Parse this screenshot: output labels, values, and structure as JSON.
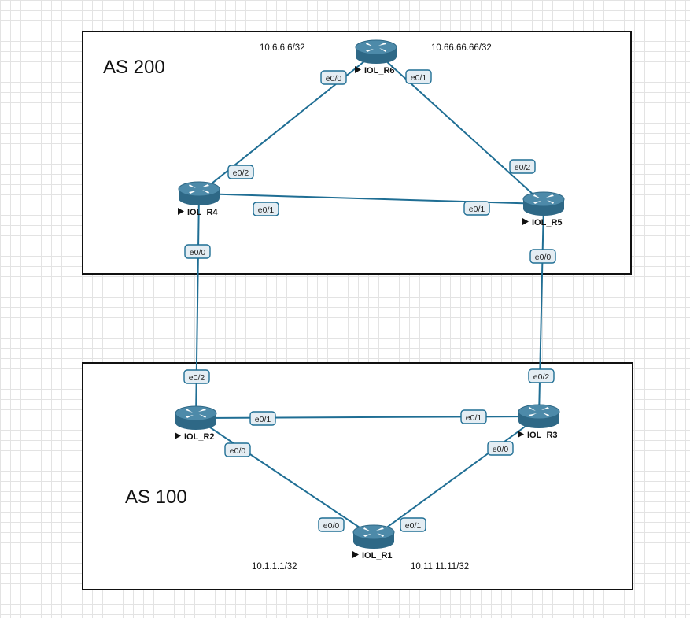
{
  "as_boxes": [
    {
      "id": "as200",
      "label": "AS 200"
    },
    {
      "id": "as100",
      "label": "AS 100"
    }
  ],
  "routers": [
    {
      "id": "r6",
      "name": "IOL_R6"
    },
    {
      "id": "r4",
      "name": "IOL_R4"
    },
    {
      "id": "r5",
      "name": "IOL_R5"
    },
    {
      "id": "r2",
      "name": "IOL_R2"
    },
    {
      "id": "r3",
      "name": "IOL_R3"
    },
    {
      "id": "r1",
      "name": "IOL_R1"
    }
  ],
  "networks": [
    {
      "id": "r6-loop-a",
      "text": "10.6.6.6/32"
    },
    {
      "id": "r6-loop-b",
      "text": "10.66.66.66/32"
    },
    {
      "id": "r1-loop-a",
      "text": "10.1.1.1/32"
    },
    {
      "id": "r1-loop-b",
      "text": "10.11.11.11/32"
    }
  ],
  "links": [
    {
      "id": "r4-r6",
      "ports": [
        "e0/2",
        "e0/0"
      ]
    },
    {
      "id": "r6-r5",
      "ports": [
        "e0/1",
        "e0/2"
      ]
    },
    {
      "id": "r4-r5",
      "ports": [
        "e0/1",
        "e0/1"
      ]
    },
    {
      "id": "r4-r2",
      "ports": [
        "e0/0",
        "e0/2"
      ]
    },
    {
      "id": "r5-r3",
      "ports": [
        "e0/0",
        "e0/2"
      ]
    },
    {
      "id": "r2-r3",
      "ports": [
        "e0/1",
        "e0/1"
      ]
    },
    {
      "id": "r2-r1",
      "ports": [
        "e0/0",
        "e0/0"
      ]
    },
    {
      "id": "r3-r1",
      "ports": [
        "e0/0",
        "e0/1"
      ]
    }
  ],
  "colors": {
    "link": "#1f6e94",
    "router": "#2e6886",
    "port_fill": "#e4edf3"
  },
  "icons": {
    "router": "router-icon",
    "node_marker": "play-icon"
  }
}
